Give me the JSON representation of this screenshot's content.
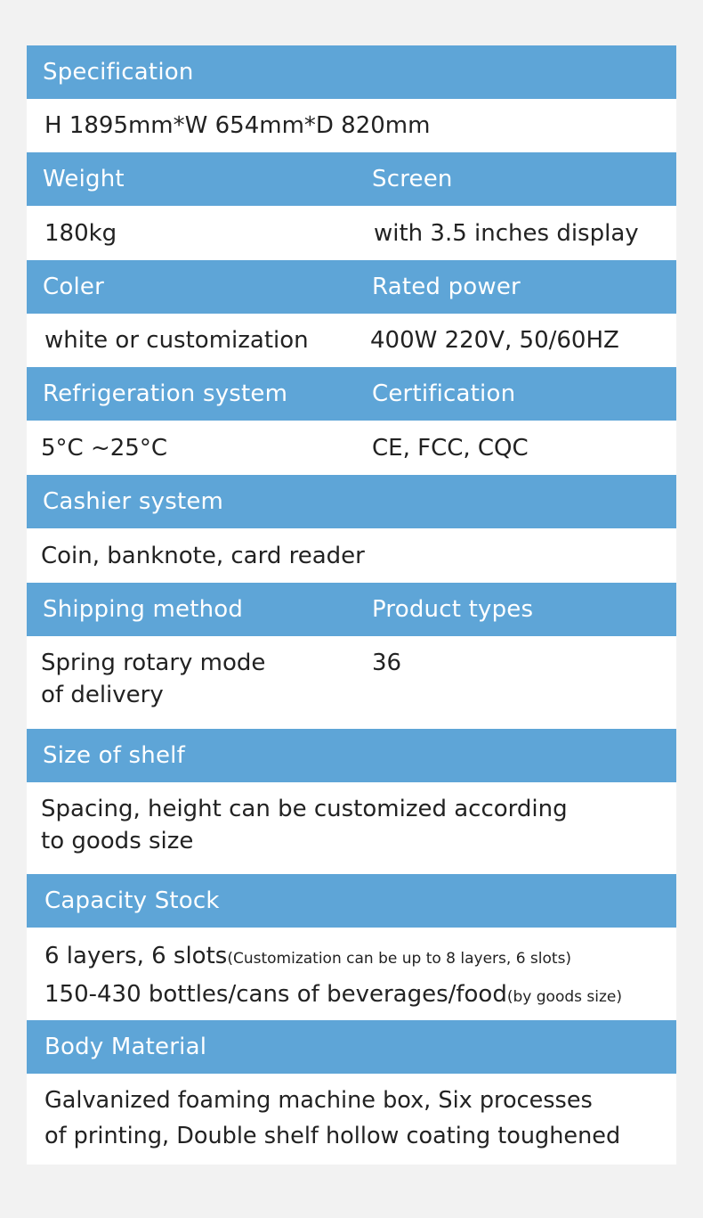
{
  "sections": {
    "specification": {
      "label": "Specification",
      "value": "H 1895mm*W 654mm*D 820mm"
    },
    "weight": {
      "label": "Weight",
      "value": "180kg"
    },
    "screen": {
      "label": "Screen",
      "value": "with 3.5 inches display"
    },
    "color": {
      "label": "Coler",
      "value": "white or customization"
    },
    "rated_power": {
      "label": "Rated power",
      "value": "400W 220V, 50/60HZ"
    },
    "refrigeration": {
      "label": "Refrigeration system",
      "value": "5°C ~25°C"
    },
    "certification": {
      "label": "Certification",
      "value": "CE, FCC, CQC"
    },
    "cashier": {
      "label": "Cashier system",
      "value": "Coin, banknote, card reader"
    },
    "shipping": {
      "label": "Shipping method",
      "value_line1": "Spring rotary mode",
      "value_line2": "of delivery"
    },
    "product_types": {
      "label": "Product types",
      "value": "36"
    },
    "shelf": {
      "label": "Size of shelf",
      "value_line1": "Spacing, height can be customized according",
      "value_line2": "to goods size"
    },
    "capacity": {
      "label": "Capacity Stock",
      "line1_main": "6 layers, 6 slots",
      "line1_note": "(Customization can be up to 8 layers, 6 slots)",
      "line2_main": "150-430 bottles/cans of beverages/food",
      "line2_note": "(by goods size)"
    },
    "material": {
      "label": "Body Material",
      "value_line1": "Galvanized foaming machine box, Six processes",
      "value_line2": "of printing, Double shelf hollow coating toughened"
    }
  }
}
